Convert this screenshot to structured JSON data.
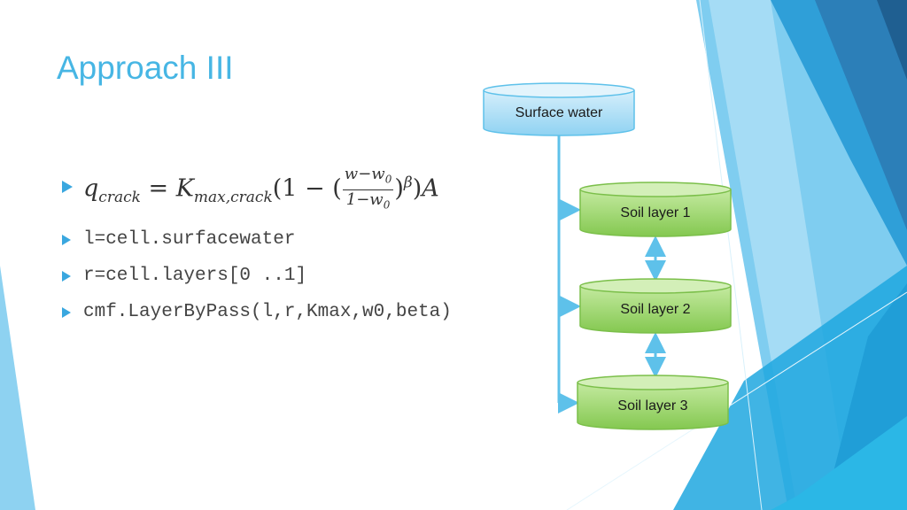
{
  "title": "Approach III",
  "formula": {
    "q": "q",
    "q_sub": "crack",
    "equals": "=",
    "k": "K",
    "k_sub": "max,crack",
    "open": "(1 − (",
    "num_w": "w−w",
    "num_sub": "0",
    "den_w": "1−w",
    "den_sub": "0",
    "close1": ")",
    "beta": "β",
    "close2": ")",
    "a": "A"
  },
  "code_lines": [
    "l=cell.surfacewater",
    "r=cell.layers[0 ..1]",
    "cmf.LayerByPass(l,r,Kmax,w0,beta)"
  ],
  "diagram": {
    "nodes": [
      {
        "id": "surface",
        "label": "Surface water"
      },
      {
        "id": "soil1",
        "label": "Soil layer 1"
      },
      {
        "id": "soil2",
        "label": "Soil layer 2"
      },
      {
        "id": "soil3",
        "label": "Soil layer 3"
      }
    ],
    "colors": {
      "surface_fill": "#a9dcf3",
      "soil_fill": "#9ad36b",
      "connector": "#5ec1ea"
    }
  }
}
